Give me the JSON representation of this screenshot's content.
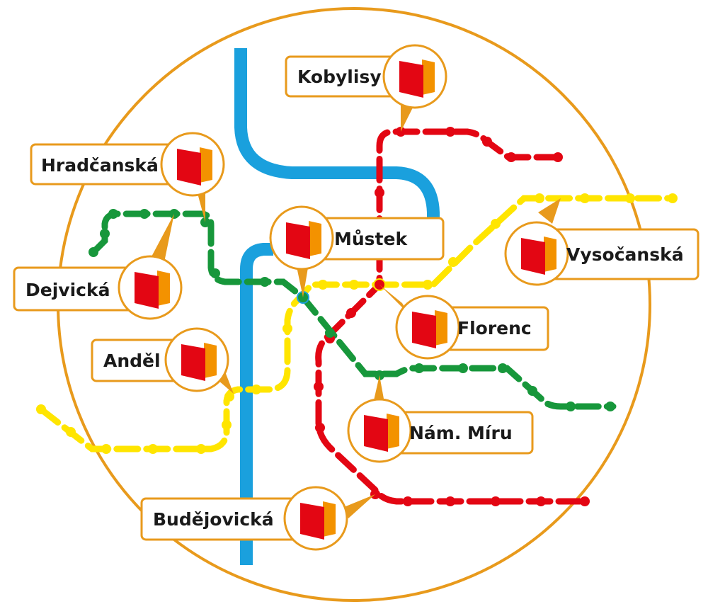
{
  "colors": {
    "ring": "#e89a1c",
    "line_blue": "#1aa0dd",
    "line_red": "#e30613",
    "line_green": "#17973b",
    "line_yellow": "#ffe500",
    "logo_red": "#e30613",
    "logo_orange": "#f39200"
  },
  "lines": {
    "blue": {
      "name": "",
      "style": "solid"
    },
    "red": {
      "name": "",
      "style": "dotted"
    },
    "green": {
      "name": "",
      "style": "dotted"
    },
    "yellow": {
      "name": "",
      "style": "dotted"
    }
  },
  "stations": [
    {
      "id": "kobylisy",
      "label": "Kobylisy",
      "icon": "metro-logo-icon"
    },
    {
      "id": "hradcanska",
      "label": "Hradčanská",
      "icon": "metro-logo-icon"
    },
    {
      "id": "mustek",
      "label": "Můstek",
      "icon": "metro-logo-icon"
    },
    {
      "id": "vysocanska",
      "label": "Vysočanská",
      "icon": "metro-logo-icon"
    },
    {
      "id": "dejvicka",
      "label": "Dejvická",
      "icon": "metro-logo-icon"
    },
    {
      "id": "florenc",
      "label": "Florenc",
      "icon": "metro-logo-icon"
    },
    {
      "id": "andel",
      "label": "Anděl",
      "icon": "metro-logo-icon"
    },
    {
      "id": "nam-miru",
      "label": "Nám. Míru",
      "icon": "metro-logo-icon"
    },
    {
      "id": "budejovicka",
      "label": "Budějovická",
      "icon": "metro-logo-icon"
    }
  ]
}
